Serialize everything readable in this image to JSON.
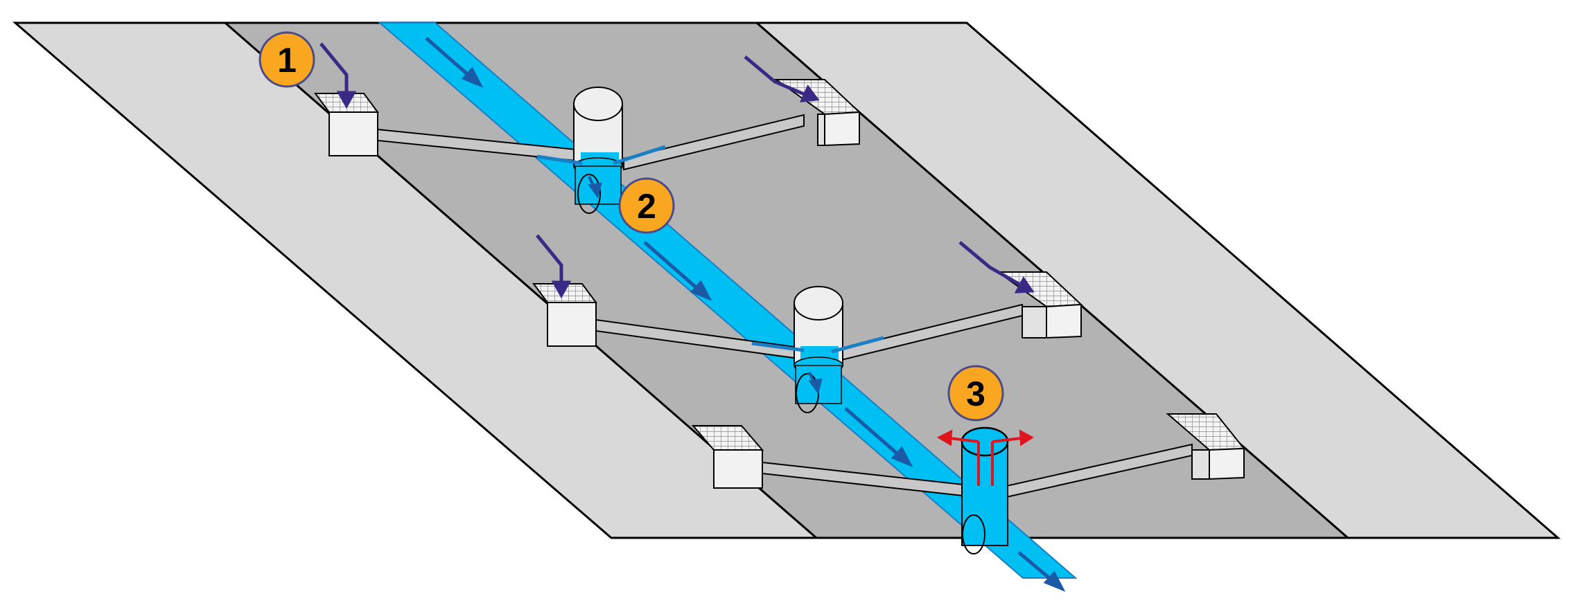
{
  "diagram": {
    "markers": [
      {
        "id": "marker-1",
        "label": "1"
      },
      {
        "id": "marker-2",
        "label": "2"
      },
      {
        "id": "marker-3",
        "label": "3"
      }
    ],
    "colors": {
      "sidewalk": "#d9d9d9",
      "road": "#b3b3b3",
      "water": "#00bff2",
      "water_dark": "#1a7fc4",
      "pipe": "#c8c8c8",
      "manhole": "#efefef",
      "marker_fill": "#f9a720",
      "marker_stroke": "#4a4a8a",
      "inflow_arrow": "#3a2a86",
      "leak_arrow": "#e0141e"
    },
    "icons": [
      "inflow-arrow-icon",
      "flow-arrow-icon",
      "leak-arrow-icon",
      "storm-inlet-grate-icon",
      "manhole-icon"
    ]
  }
}
